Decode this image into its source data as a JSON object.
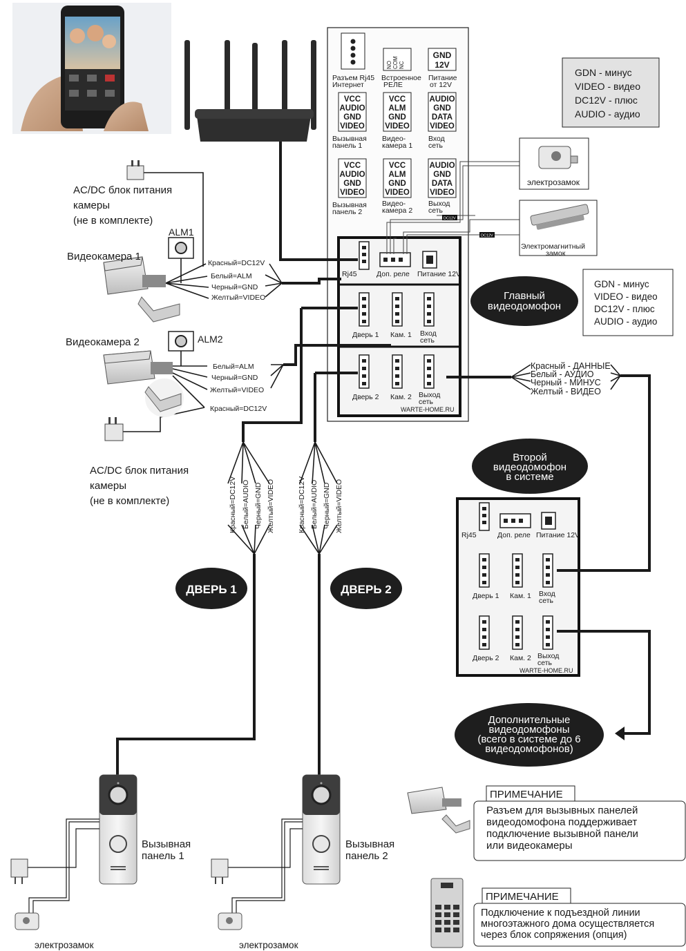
{
  "colors": {
    "wire": "#1a1a1a",
    "panel_bg": "#f4f4f4",
    "oval": "#1e1e1e",
    "oval_text": "#ffffff",
    "legend_bg": "#e2e2e2"
  },
  "legend_top": [
    "GDN - минус",
    "VIDEO - видео",
    "DC12V - плюс",
    "AUDIO - аудио"
  ],
  "legend_right": [
    "GDN - минус",
    "VIDEO - видео",
    "DC12V - плюс",
    "AUDIO - аудио"
  ],
  "top_panel": {
    "rj45": [
      "Разъем Rj45",
      "Интернет"
    ],
    "relay_pins": [
      "NO",
      "COM",
      "NC"
    ],
    "relay": [
      "Встроенное",
      "РЕЛЕ"
    ],
    "power_box": [
      "GND",
      "12V"
    ],
    "power": [
      "Питание",
      "от 12V"
    ],
    "door1_box": [
      "VCC",
      "AUDIO",
      "GND",
      "VIDEO"
    ],
    "door1": [
      "Вызывная",
      "панель 1"
    ],
    "cam1_box": [
      "VCC",
      "ALM",
      "GND",
      "VIDEO"
    ],
    "cam1": [
      "Видео-",
      "камера 1"
    ],
    "netin_box": [
      "AUDIO",
      "GND",
      "DATA",
      "VIDEO"
    ],
    "netin": [
      "Вход",
      "сеть"
    ],
    "door2_box": [
      "VCC",
      "AUDIO",
      "GND",
      "VIDEO"
    ],
    "door2": [
      "Вызывная",
      "панель 2"
    ],
    "cam2_box": [
      "VCC",
      "ALM",
      "GND",
      "VIDEO"
    ],
    "cam2": [
      "Видео-",
      "камера 2"
    ],
    "netout_box": [
      "AUDIO",
      "GND",
      "DATA",
      "VIDEO"
    ],
    "netout": [
      "Выход",
      "сеть"
    ]
  },
  "main_unit": {
    "rj45": "Rj45",
    "relay": "Доп. реле",
    "power": "Питание 12V",
    "door1": "Дверь 1",
    "cam1": "Кам. 1",
    "netin": [
      "Вход",
      "сеть"
    ],
    "door2": "Дверь 2",
    "cam2": "Кам. 2",
    "netout": [
      "Выход",
      "сеть"
    ],
    "site": "WARTE-HOME.RU"
  },
  "second_unit": {
    "rj45": "Rj45",
    "relay": "Доп. реле",
    "power": "Питание 12V",
    "door1": "Дверь 1",
    "cam1": "Кам. 1",
    "netin": [
      "Вход",
      "сеть"
    ],
    "door2": "Дверь 2",
    "cam2": "Кам. 2",
    "netout": [
      "Выход",
      "сеть"
    ],
    "site": "WARTE-HOME.RU"
  },
  "ovals": {
    "main": [
      "Главный",
      "видеодомофон"
    ],
    "second": [
      "Второй",
      "видеодомофон",
      "в системе"
    ],
    "extra": [
      "Дополнительные",
      "видеодомофоны",
      "(всего в системе до 6",
      "видеодомофонов)"
    ],
    "door1": "ДВЕРЬ 1",
    "door2": "ДВЕРЬ 2"
  },
  "power_supply_1": [
    "AC/DC блок питания",
    "камеры",
    "(не в комплекте)"
  ],
  "power_supply_2": [
    "AC/DC блок питания",
    "камеры",
    "(не в комплекте)"
  ],
  "camera1": {
    "title": "Видеокамера 1",
    "alm": "ALM1",
    "wires": [
      "Красный=DC12V",
      "Белый=ALM",
      "Черный=GND",
      "Желтый=VIDEO"
    ]
  },
  "camera2": {
    "title": "Видеокамера 2",
    "alm": "ALM2",
    "wires": [
      "Белый=ALM",
      "Черный=GND",
      "Желтый=VIDEO",
      "Красный=DC12V"
    ]
  },
  "net_wires": [
    "Красный - ДАННЫЕ",
    "Белый - АУДИО",
    "Черный - МИНУС",
    "Желтый - ВИДЕО"
  ],
  "door1_wires": [
    "Красный=DC12V",
    "Белый=AUDIO",
    "Черный=GND",
    "Желтый=VIDEO"
  ],
  "door2_wires": [
    "Красный=DC12V",
    "Белый=AUDIO",
    "Черный=GND",
    "Желтый=VIDEO"
  ],
  "lock_top": "электрозамок",
  "maglock": [
    "Электромагнитный",
    "замок"
  ],
  "dc12v": "DC12V",
  "call_panel_1": [
    "Вызывная",
    "панель 1"
  ],
  "call_panel_2": [
    "Вызывная",
    "панель 2"
  ],
  "lock_bottom_1": "электрозамок",
  "lock_bottom_2": "электрозамок",
  "note1": {
    "title": "ПРИМЕЧАНИЕ",
    "text": [
      "Разъем для вызывных панелей",
      "видеодомофона поддерживает",
      "подключение вызывной панели",
      "или видеокамеры"
    ]
  },
  "note2": {
    "title": "ПРИМЕЧАНИЕ",
    "text": [
      "Подключение к подъездной линии",
      "многоэтажного дома осуществляется",
      "через блок сопряжения (опция)"
    ]
  }
}
